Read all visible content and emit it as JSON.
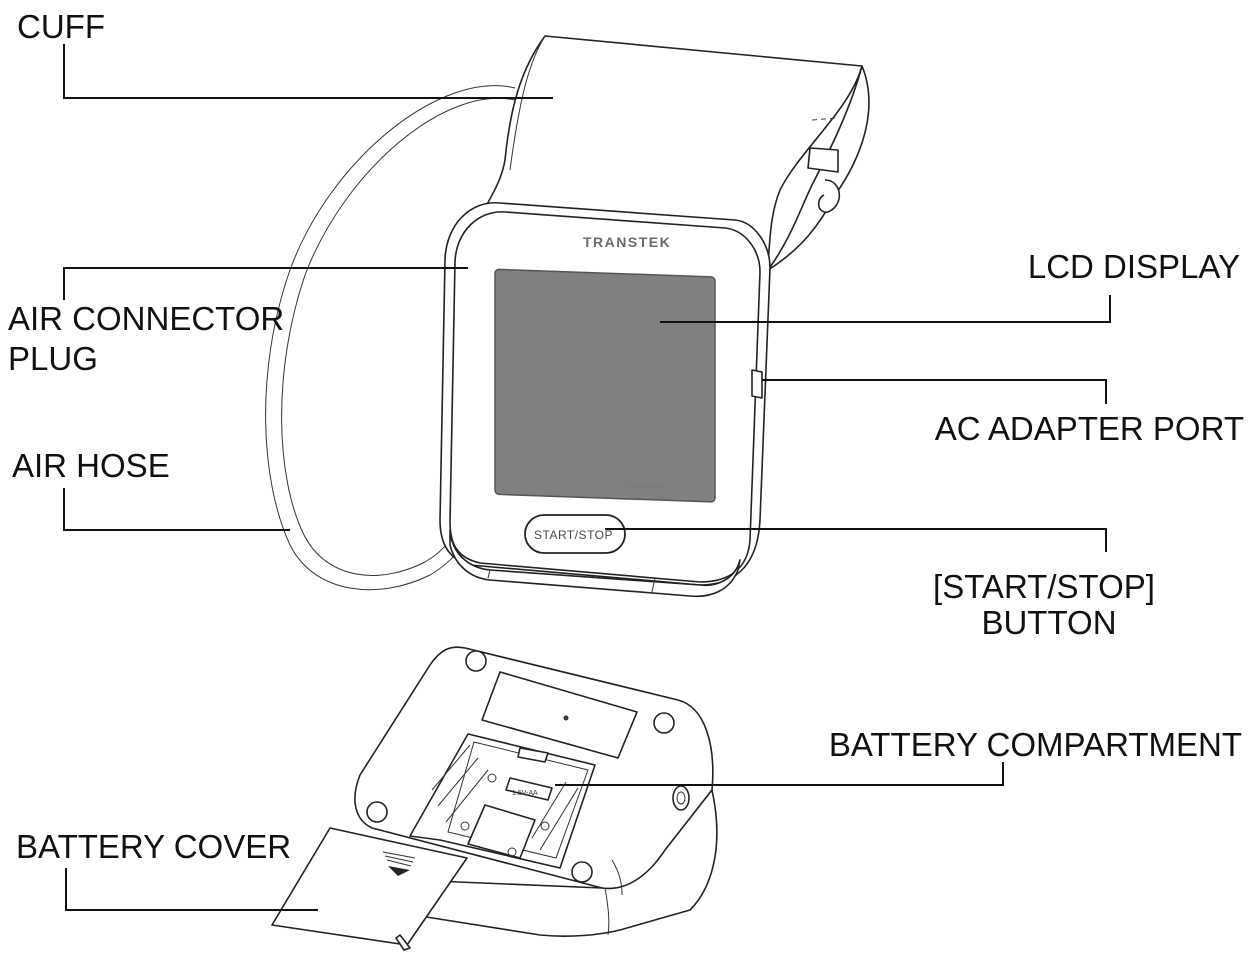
{
  "brand": "TRANSTEK",
  "display_caption": "Pulse/min",
  "button_text": "START/STOP",
  "battery_marking": "1.5V-AA",
  "labels": {
    "cuff": "CUFF",
    "air_connector_line1": "AIR CONNECTOR",
    "air_connector_line2": "PLUG",
    "air_hose": "AIR HOSE",
    "lcd_display": "LCD DISPLAY",
    "ac_adapter_port": "AC ADAPTER PORT",
    "start_stop_line1": "[START/STOP]",
    "start_stop_line2": "BUTTON",
    "battery_compartment": "BATTERY COMPARTMENT",
    "battery_cover": "BATTERY COVER"
  },
  "colors": {
    "line": "#111111",
    "screen": "#808080"
  }
}
